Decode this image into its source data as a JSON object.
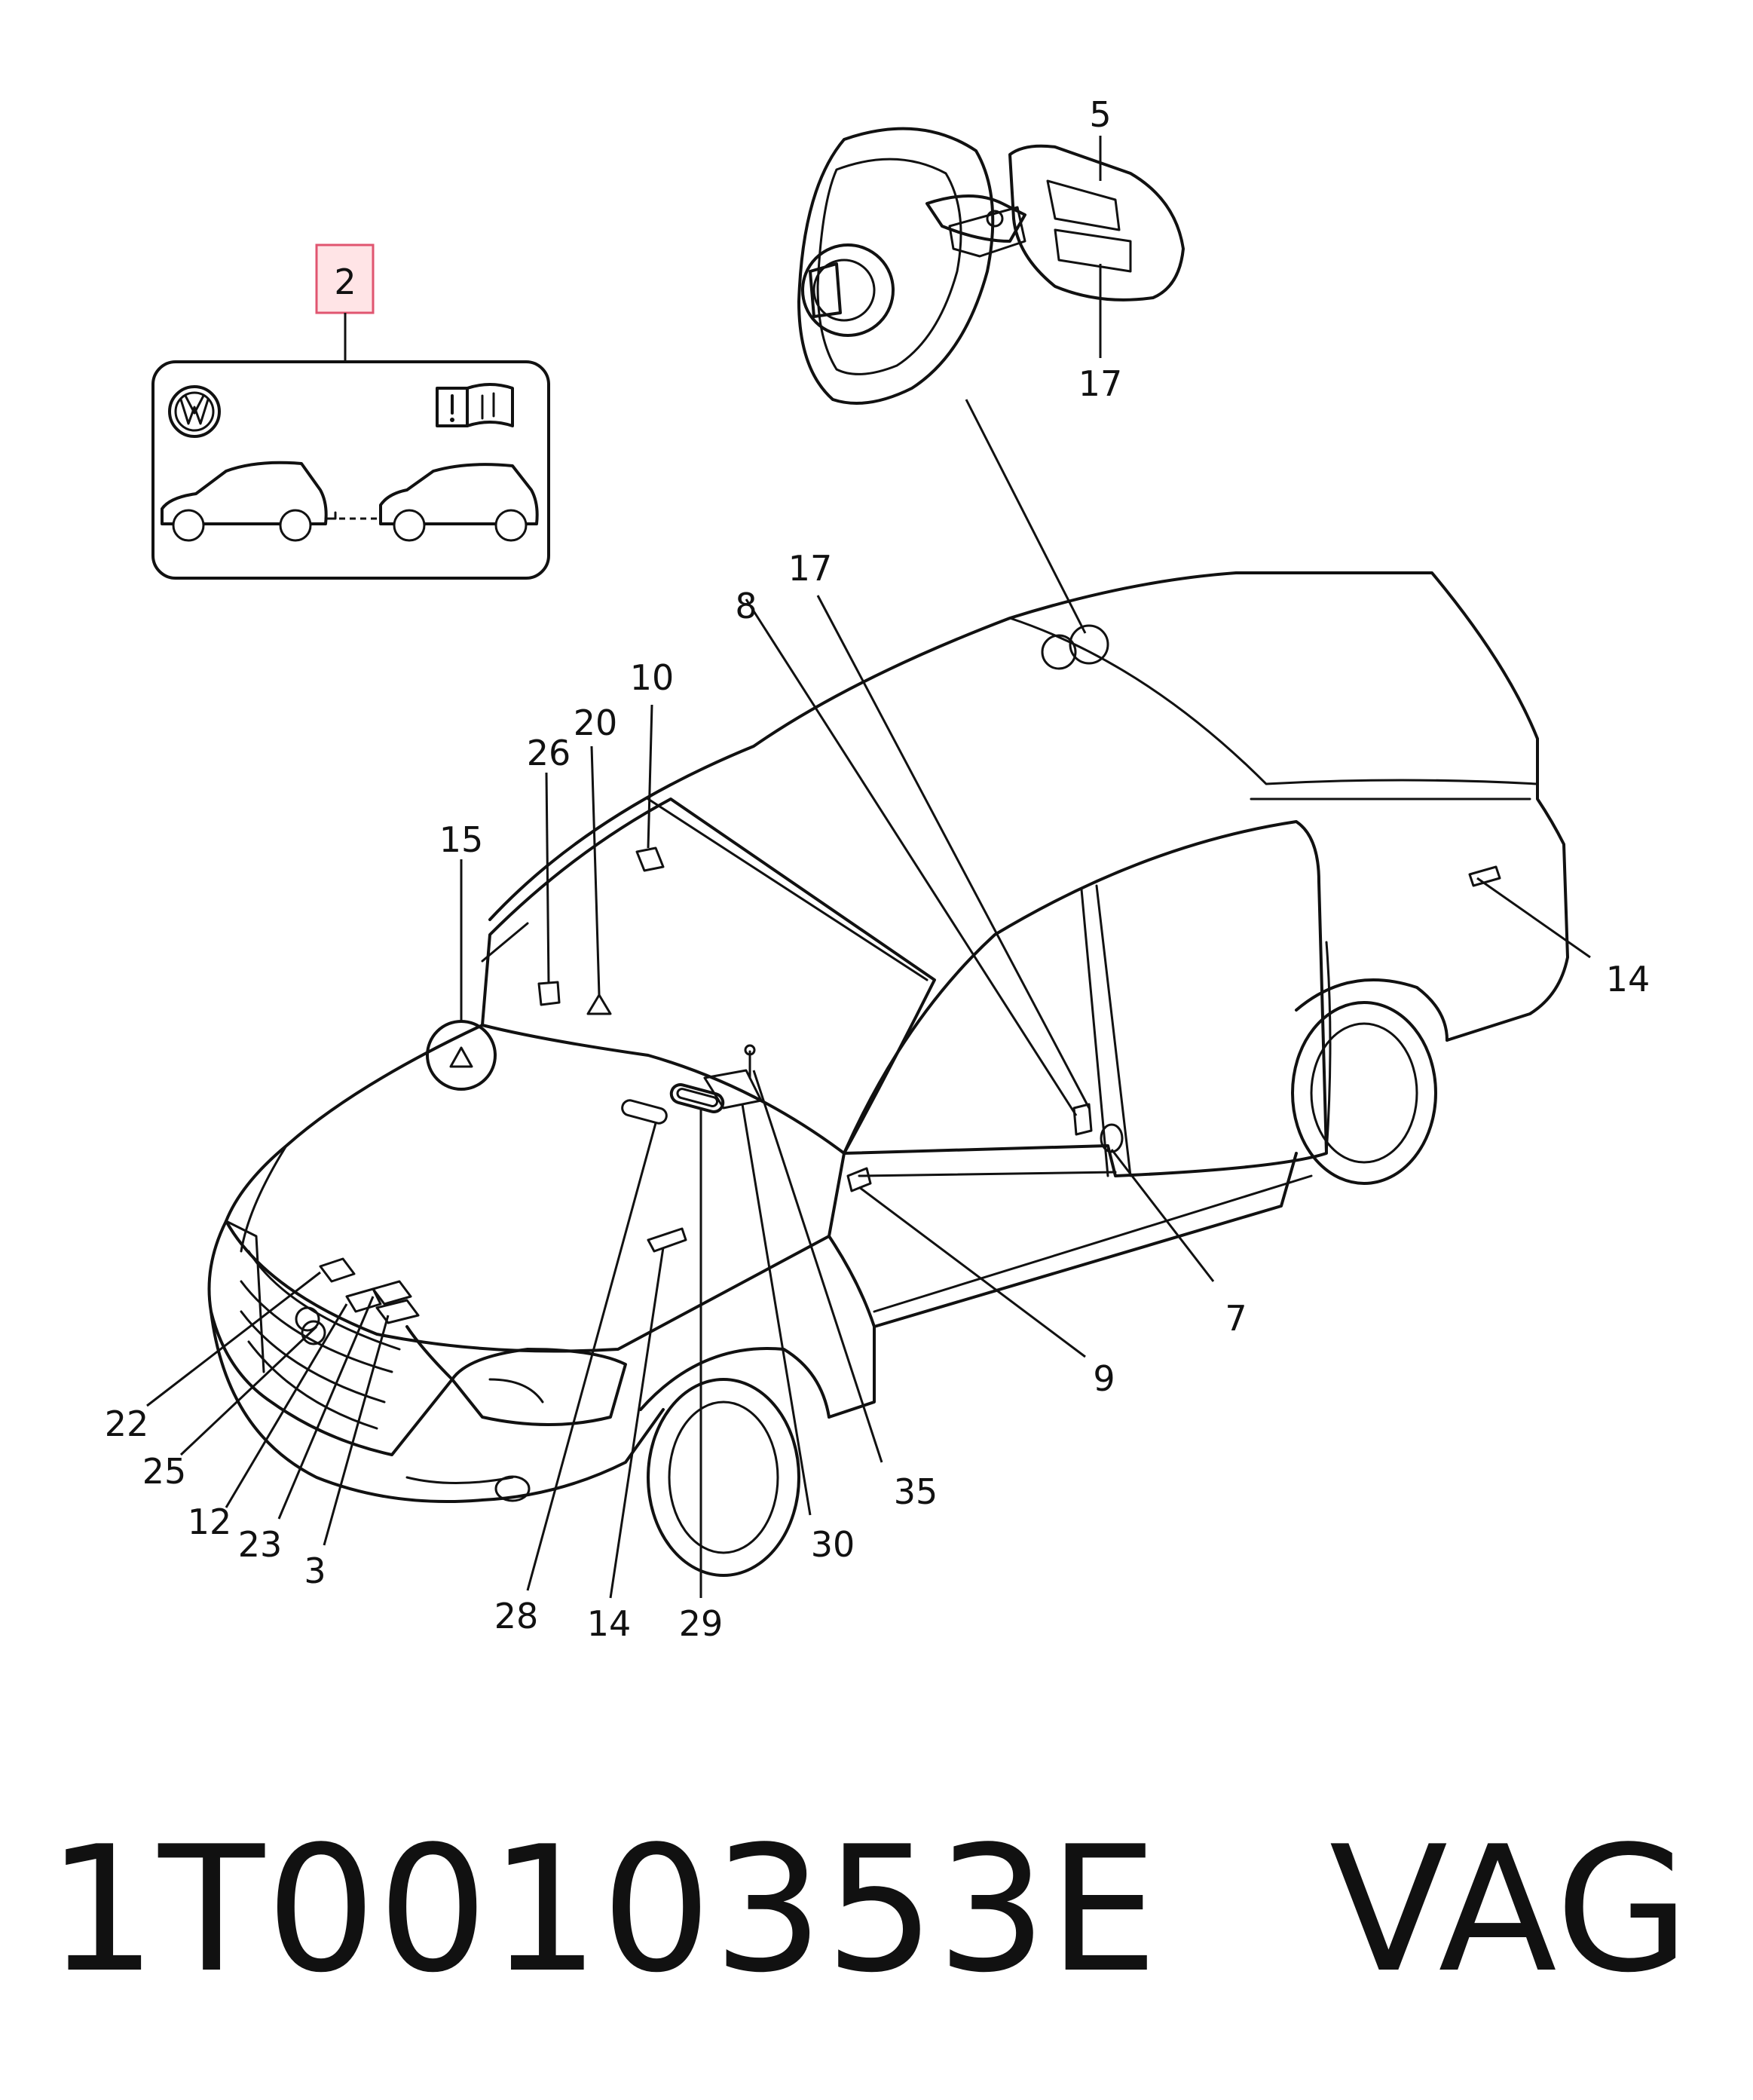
{
  "callouts": {
    "c2": "2",
    "c5": "5",
    "c17a": "17",
    "c17b": "17",
    "c8": "8",
    "c10": "10",
    "c20": "20",
    "c26": "26",
    "c15": "15",
    "c14a": "14",
    "c14b": "14",
    "c7": "7",
    "c9": "9",
    "c22": "22",
    "c25": "25",
    "c12": "12",
    "c23": "23",
    "c3": "3",
    "c28": "28",
    "c29": "29",
    "c30": "30",
    "c35": "35"
  },
  "highlight_color": "#ffe4e6",
  "highlight_border": "#e05570",
  "footer": {
    "part_number": "1T0010353E",
    "brand": "VAG"
  },
  "icons": [
    "vw-logo-icon",
    "manual-warning-icon",
    "tow-car-icon",
    "warning-triangle-icon"
  ]
}
